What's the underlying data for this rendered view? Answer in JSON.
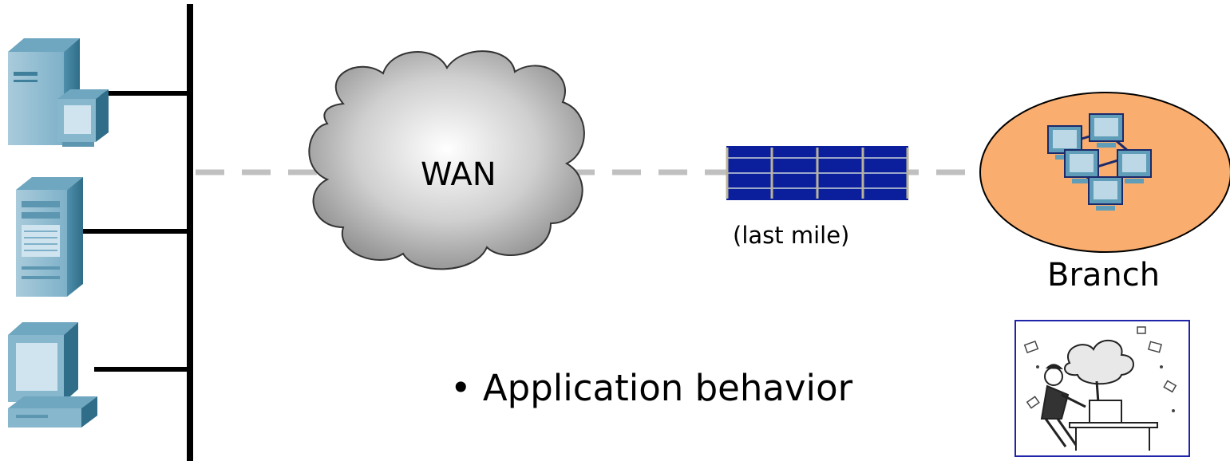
{
  "diagram": {
    "wan_label": "WAN",
    "last_mile_label": "(last mile)",
    "branch_label": "Branch",
    "bullet_text": "• Application behavior"
  },
  "colors": {
    "backbone": "#000000",
    "dashed_link": "#c0c0c0",
    "branch_fill": "#f9ad6e",
    "device_blue": "#5f9db8",
    "screen_blue": "#bcd8e6",
    "link_panel": "#0b1f9c",
    "cartoon_border": "#1f25a8"
  },
  "icons": [
    "tower-pc-icon",
    "server-icon",
    "desktop-pc-icon",
    "wan-cloud-icon",
    "last-mile-link-icon",
    "branch-network-icon",
    "frustrated-user-cartoon"
  ]
}
